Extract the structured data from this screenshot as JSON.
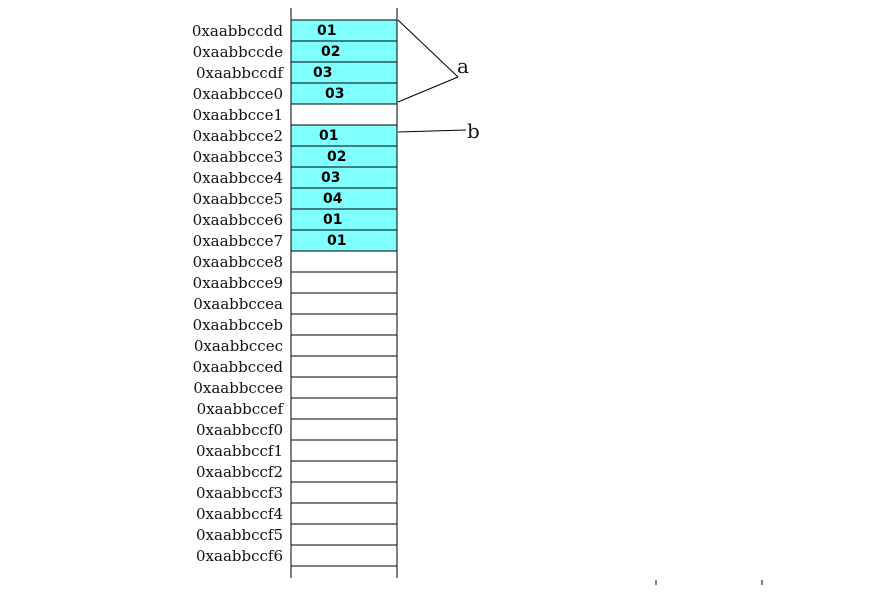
{
  "diagram": {
    "colors": {
      "filled": "#80ffff",
      "empty": "#ffffff",
      "line": "#000000",
      "text": "#111111"
    },
    "cells": [
      {
        "address": "0xaabbccdd",
        "value": "01",
        "filled": true
      },
      {
        "address": "0xaabbccde",
        "value": "02",
        "filled": true
      },
      {
        "address": "0xaabbccdf",
        "value": "03",
        "filled": true
      },
      {
        "address": "0xaabbcce0",
        "value": "03",
        "filled": true
      },
      {
        "address": "0xaabbcce1",
        "value": "",
        "filled": false
      },
      {
        "address": "0xaabbcce2",
        "value": "01",
        "filled": true
      },
      {
        "address": "0xaabbcce3",
        "value": "02",
        "filled": true
      },
      {
        "address": "0xaabbcce4",
        "value": "03",
        "filled": true
      },
      {
        "address": "0xaabbcce5",
        "value": "04",
        "filled": true
      },
      {
        "address": "0xaabbcce6",
        "value": "01",
        "filled": true
      },
      {
        "address": "0xaabbcce7",
        "value": "01",
        "filled": true
      },
      {
        "address": "0xaabbcce8",
        "value": "",
        "filled": false
      },
      {
        "address": "0xaabbcce9",
        "value": "",
        "filled": false
      },
      {
        "address": "0xaabbccea",
        "value": "",
        "filled": false
      },
      {
        "address": "0xaabbcceb",
        "value": "",
        "filled": false
      },
      {
        "address": "0xaabbccec",
        "value": "",
        "filled": false
      },
      {
        "address": "0xaabbcced",
        "value": "",
        "filled": false
      },
      {
        "address": "0xaabbccee",
        "value": "",
        "filled": false
      },
      {
        "address": "0xaabbccef",
        "value": "",
        "filled": false
      },
      {
        "address": "0xaabbccf0",
        "value": "",
        "filled": false
      },
      {
        "address": "0xaabbccf1",
        "value": "",
        "filled": false
      },
      {
        "address": "0xaabbccf2",
        "value": "",
        "filled": false
      },
      {
        "address": "0xaabbccf3",
        "value": "",
        "filled": false
      },
      {
        "address": "0xaabbccf4",
        "value": "",
        "filled": false
      },
      {
        "address": "0xaabbccf5",
        "value": "",
        "filled": false
      },
      {
        "address": "0xaabbccf6",
        "value": "",
        "filled": false
      }
    ],
    "callouts": {
      "a": {
        "label": "a",
        "cells": [
          0,
          1,
          2,
          3
        ]
      },
      "b": {
        "label": "b",
        "cells": [
          5
        ]
      }
    }
  }
}
